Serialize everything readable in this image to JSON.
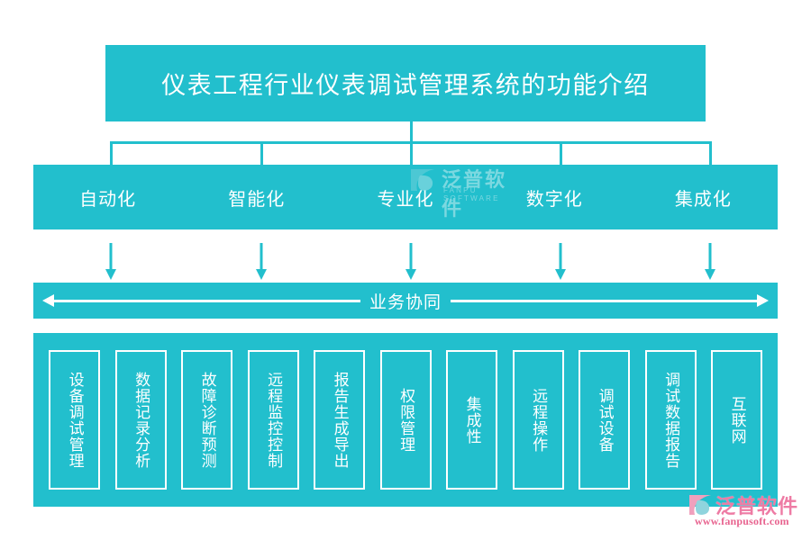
{
  "diagram": {
    "title": "仪表工程行业仪表调试管理系统的功能介绍",
    "accent_color": "#22bfcd",
    "text_color": "#ffffff",
    "background_color": "#ffffff",
    "watermark_pink": "#ee7ba4"
  },
  "features": {
    "items": [
      {
        "label": "自动化"
      },
      {
        "label": "智能化"
      },
      {
        "label": "专业化"
      },
      {
        "label": "数字化"
      },
      {
        "label": "集成化"
      }
    ]
  },
  "business_bar": {
    "label": "业务协同"
  },
  "functions": {
    "items": [
      {
        "label": "设备调试管理"
      },
      {
        "label": "数据记录分析"
      },
      {
        "label": "故障诊断预测"
      },
      {
        "label": "远程监控控制"
      },
      {
        "label": "报告生成导出"
      },
      {
        "label": "权限管理"
      },
      {
        "label": "集成性"
      },
      {
        "label": "远程操作"
      },
      {
        "label": "调试设备"
      },
      {
        "label": "调试数据报告"
      },
      {
        "label": "互联网"
      }
    ]
  },
  "watermark_center": {
    "cn": "泛普软件",
    "en": "FANPU SOFTWARE"
  },
  "watermark_bottom_right": {
    "cn": "泛普软件",
    "url": "www.fanpusoft.com"
  }
}
